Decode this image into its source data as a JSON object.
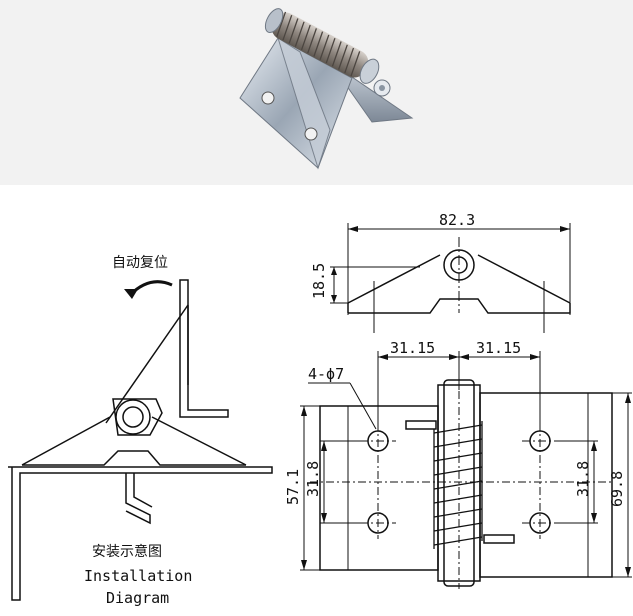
{
  "photo": {
    "icon": "spring-hinge-photo"
  },
  "installation": {
    "action_label": "自动复位",
    "caption_cn": "安装示意图",
    "caption_en_1": "Installation",
    "caption_en_2": "Diagram"
  },
  "top_view": {
    "width": "82.3",
    "height": "18.5"
  },
  "front_view": {
    "holes": "4-ϕ7",
    "left_spacing": "31.15",
    "right_spacing": "31.15",
    "left_inner": "31.8",
    "left_total": "57.1",
    "right_inner": "31.8",
    "right_total": "69.8"
  }
}
